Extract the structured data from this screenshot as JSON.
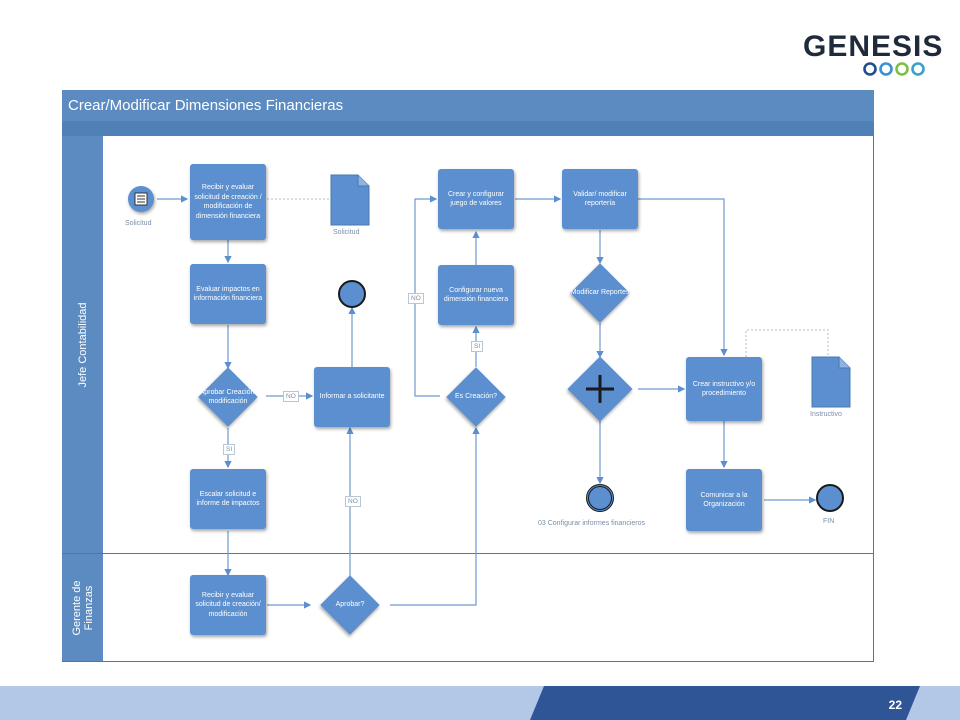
{
  "logo": {
    "text": "GENESIS",
    "ring_colors": [
      "#1f4e8c",
      "#3a8fd6",
      "#7ac143",
      "#e0662a"
    ]
  },
  "title": "Crear/Modificar Dimensiones Financieras",
  "lanes": [
    "Jefe Contabilidad",
    "Gerente de Finanzas"
  ],
  "tasks": {
    "t1": "Recibir y evaluar solicitud de creación / modificación de dimensión financiera",
    "t2": "Evaluar impactos en información financiera",
    "t3": "Escalar solicitud e informe de impactos",
    "t4": "Informar a solicitante",
    "t5": "Configurar nueva dimensión financiera",
    "t6": "Crear y configurar juego de valores",
    "t7": "Validar/ modificar reportería",
    "t8": "Crear instructivo y/o procedimiento",
    "t9": "Comunicar a la Organización",
    "t10": "Recibir y evaluar solicitud de creación/ modificación"
  },
  "gateways": {
    "g1": "Aprobar Creación/ modificación",
    "g2": "Es Creación?",
    "g3": "Modificar Reportes",
    "g4": "Aprobar?"
  },
  "labels": {
    "start": "Solicitud",
    "doc_solicitud": "Solicitud",
    "doc_instructivo": "Instructivo",
    "subprocess_end": "03 Configurar informes financieros",
    "end": "FIN"
  },
  "conditions": {
    "no1": "NO",
    "si1": "SI",
    "no2": "NO",
    "si2": "SI",
    "no3": "NO"
  },
  "page_number": "22",
  "colors": {
    "task_fill": "#5b8fcf",
    "title_bar": "#5b8bc0",
    "footer": "#b3c7e6",
    "footer_dark": "#2f5597"
  }
}
